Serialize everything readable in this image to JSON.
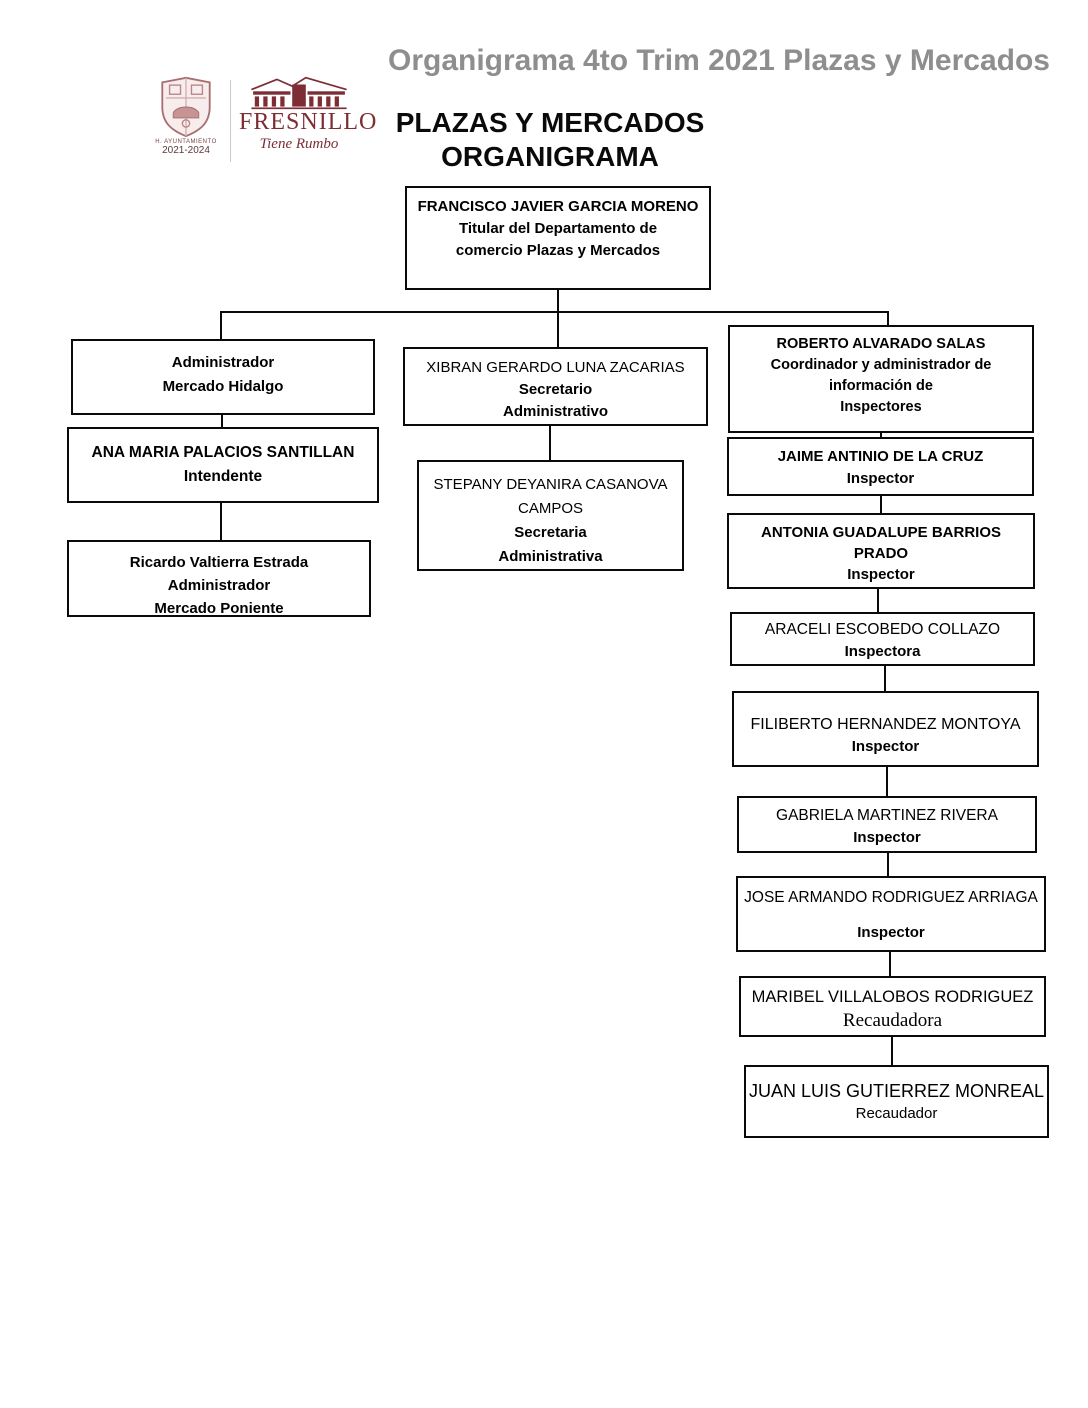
{
  "header": {
    "watermark": "Organigrama 4to Trim 2021 Plazas y Mercados",
    "heading_line1": "PLAZAS Y MERCADOS",
    "heading_line2": "ORGANIGRAMA"
  },
  "logo": {
    "seal_line1": "H. AYUNTAMIENTO",
    "seal_line2": "2021-2024",
    "brand": "FRESNILLO",
    "tagline": "Tiene Rumbo",
    "brand_color": "#7d2e35"
  },
  "colors": {
    "watermark_gray": "#8e8e8e",
    "box_border": "#0a0a0a"
  },
  "boxes": {
    "top": {
      "lines": [
        "FRANCISCO JAVIER GARCIA MORENO",
        "Titular del Departamento de",
        "comercio Plazas y Mercados"
      ]
    },
    "hidalgo": {
      "lines": [
        "Administrador",
        "Mercado Hidalgo"
      ]
    },
    "ana": {
      "lines": [
        "ANA MARIA PALACIOS SANTILLAN",
        "Intendente"
      ]
    },
    "ricardo": {
      "lines": [
        "Ricardo Valtierra Estrada",
        "Administrador",
        "Mercado Poniente"
      ]
    },
    "xibran": {
      "lines": [
        "XIBRAN GERARDO LUNA ZACARIAS",
        "Secretario",
        "Administrativo"
      ]
    },
    "stepany": {
      "lines": [
        "STEPANY DEYANIRA CASANOVA",
        "CAMPOS",
        "Secretaria",
        "Administrativa"
      ]
    },
    "roberto": {
      "lines": [
        "ROBERTO ALVARADO SALAS",
        "Coordinador y administrador de",
        "información de",
        "Inspectores"
      ]
    },
    "jaime": {
      "lines": [
        "JAIME ANTINIO DE LA CRUZ",
        "Inspector"
      ]
    },
    "antonia": {
      "lines": [
        "ANTONIA GUADALUPE BARRIOS",
        "PRADO",
        "Inspector"
      ]
    },
    "araceli": {
      "lines": [
        "ARACELI ESCOBEDO COLLAZO",
        "Inspectora"
      ]
    },
    "filiberto": {
      "lines": [
        "FILIBERTO HERNANDEZ MONTOYA",
        "Inspector"
      ]
    },
    "gabriela": {
      "lines": [
        "GABRIELA MARTINEZ RIVERA",
        "Inspector"
      ]
    },
    "jose": {
      "lines": [
        "JOSE ARMANDO RODRIGUEZ ARRIAGA",
        "Inspector"
      ]
    },
    "maribel": {
      "lines": [
        "MARIBEL VILLALOBOS RODRIGUEZ",
        "Recaudadora"
      ]
    },
    "juan": {
      "lines": [
        "JUAN LUIS GUTIERREZ MONREAL",
        "Recaudador"
      ]
    }
  }
}
